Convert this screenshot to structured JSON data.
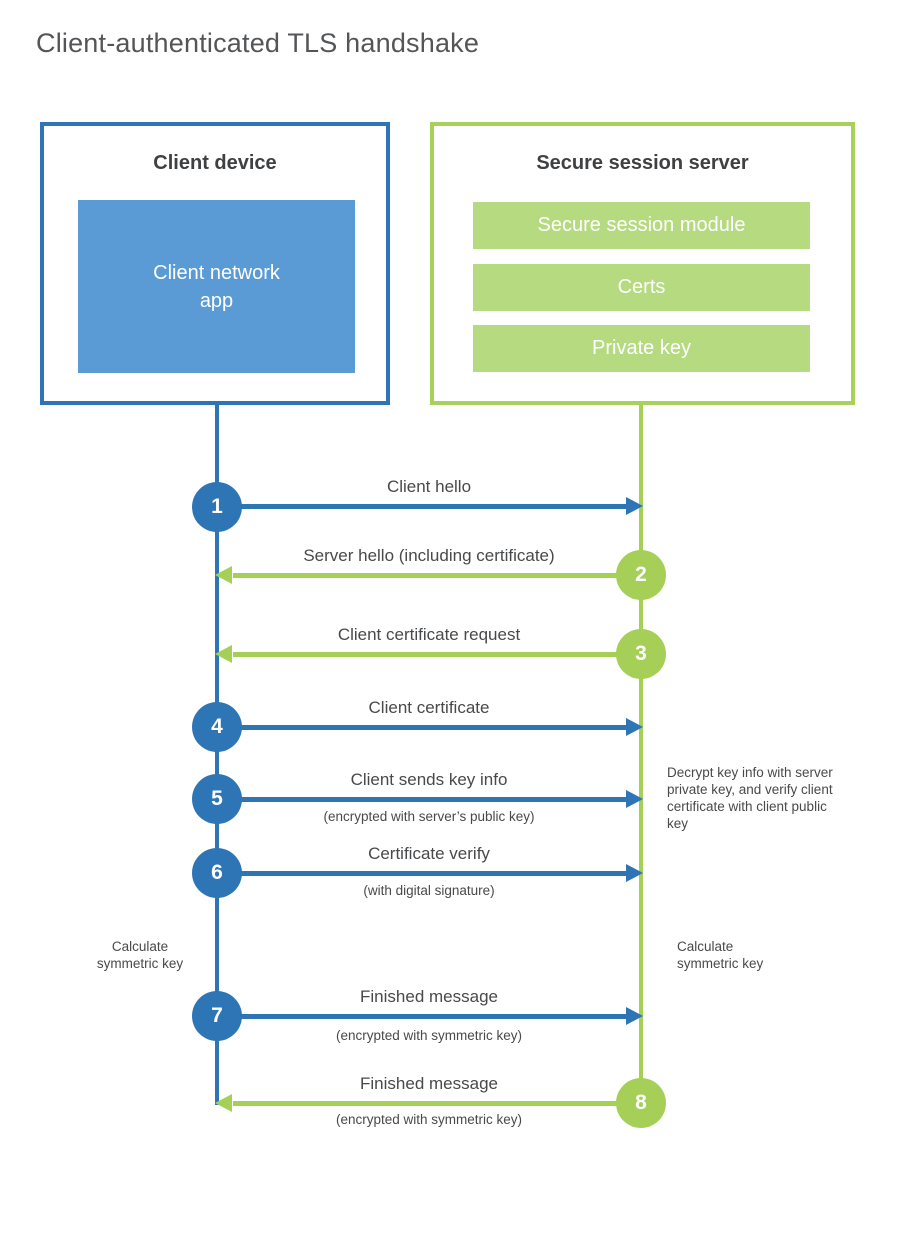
{
  "page": {
    "title": "Client-authenticated TLS handshake"
  },
  "colors": {
    "blue_line": "#2e75b6",
    "blue_fill": "#5b9bd5",
    "green_line": "#a5cf56",
    "green_fill": "#b6da80",
    "text_dark": "#3f4042",
    "text_gray": "#48494b"
  },
  "client_box": {
    "title": "Client device",
    "app_label": "Client network app"
  },
  "server_box": {
    "title": "Secure session server",
    "modules": [
      "Secure session module",
      "Certs",
      "Private key"
    ]
  },
  "steps": [
    {
      "number": "1",
      "label": "Client hello",
      "direction": "right",
      "from": "client",
      "to": "server"
    },
    {
      "number": "2",
      "label": "Server hello (including certificate)",
      "direction": "left",
      "from": "server",
      "to": "client"
    },
    {
      "number": "3",
      "label": "Client certificate request",
      "direction": "left",
      "from": "server",
      "to": "client"
    },
    {
      "number": "4",
      "label": "Client certificate",
      "direction": "right",
      "from": "client",
      "to": "server"
    },
    {
      "number": "5",
      "label": "Client sends key info",
      "sublabel": "(encrypted with server’s public key)",
      "direction": "right",
      "from": "client",
      "to": "server"
    },
    {
      "number": "6",
      "label": "Certificate verify",
      "sublabel": "(with digital signature)",
      "direction": "right",
      "from": "client",
      "to": "server"
    },
    {
      "number": "7",
      "label": "Finished message",
      "sublabel": "(encrypted with symmetric key)",
      "direction": "right",
      "from": "client",
      "to": "server"
    },
    {
      "number": "8",
      "label": "Finished message",
      "sublabel": "(encrypted with symmetric key)",
      "direction": "left",
      "from": "server",
      "to": "client"
    }
  ],
  "notes": {
    "decrypt": "Decrypt key info with server private key, and verify client certificate with client public key",
    "calc_left": "Calculate symmetric key",
    "calc_right": "Calculate symmetric key"
  }
}
